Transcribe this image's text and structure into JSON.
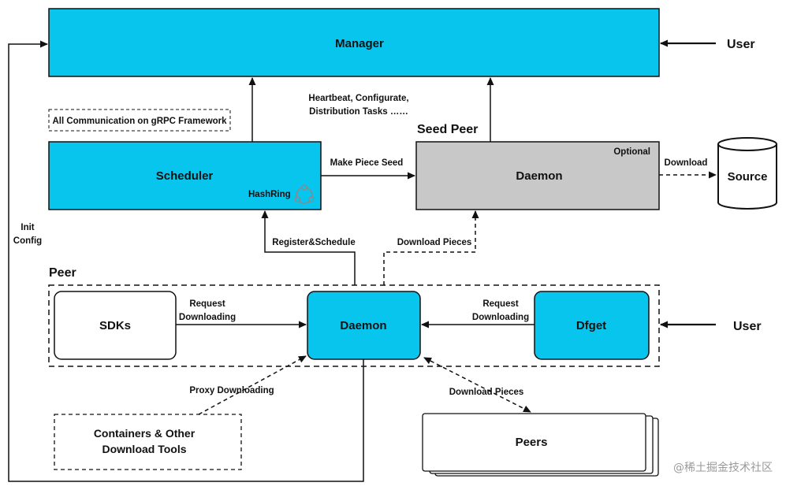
{
  "colors": {
    "blue": "#08c5ee",
    "gray": "#c8c8c8",
    "stroke": "#111111",
    "white": "#ffffff"
  },
  "nodes": {
    "manager": "Manager",
    "scheduler": "Scheduler",
    "hashring": "HashRing",
    "seed_peer_title": "Seed Peer",
    "seed_daemon": "Daemon",
    "optional": "Optional",
    "source": "Source",
    "peer_title": "Peer",
    "sdks": "SDKs",
    "peer_daemon": "Daemon",
    "dfget": "Dfget",
    "containers_line1": "Containers & Other",
    "containers_line2": "Download Tools",
    "peers": "Peers"
  },
  "notes": {
    "grpc": "All Communication on gRPC Framework"
  },
  "actors": {
    "user_top": "User",
    "user_bottom": "User"
  },
  "edges": {
    "heartbeat_line1": "Heartbeat, Configurate,",
    "heartbeat_line2": "Distribution Tasks ……",
    "make_piece_seed": "Make Piece Seed",
    "download_source": "Download",
    "register_schedule": "Register&Schedule",
    "download_pieces_seed": "Download Pieces",
    "request_left_line1": "Request",
    "request_left_line2": "Downloading",
    "request_right_line1": "Request",
    "request_right_line2": "Downloading",
    "init_line1": "Init",
    "init_line2": "Config",
    "proxy_downloading": "Proxy Downloading",
    "download_pieces_peers": "Download Pieces"
  },
  "watermark": "@稀土掘金技术社区",
  "icons": {
    "hashring": "hashring-icon"
  }
}
